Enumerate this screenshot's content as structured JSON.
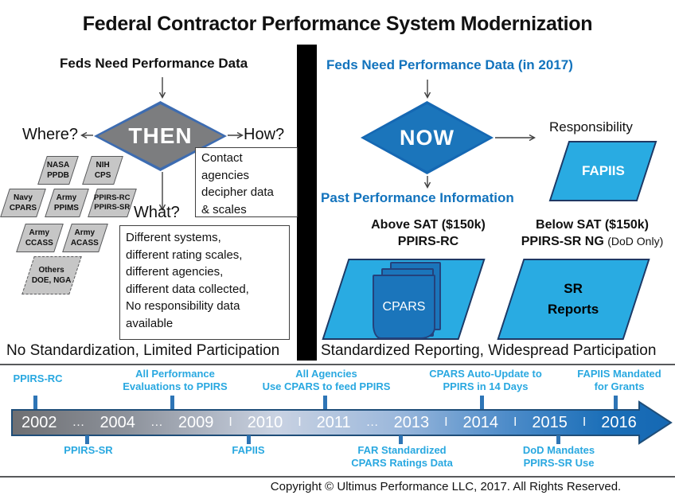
{
  "title": "Federal Contractor Performance System Modernization",
  "left": {
    "header": "Feds Need Performance Data",
    "diamond_label": "THEN",
    "where_label": "Where?",
    "how_label": "How?",
    "what_label": "What?",
    "contact_box_lines": [
      "Contact",
      "agencies",
      "decipher data",
      "& scales"
    ],
    "issues_box_lines": [
      "Different systems,",
      "different rating scales,",
      "different agencies,",
      "different data collected,",
      "No responsibility data",
      "available"
    ],
    "systems": [
      {
        "line1": "NASA",
        "line2": "PPDB"
      },
      {
        "line1": "NIH",
        "line2": "CPS"
      },
      {
        "line1": "Navy",
        "line2": "CPARS"
      },
      {
        "line1": "Army",
        "line2": "PPIMS"
      },
      {
        "line1": "PPIRS-RC",
        "line2": "PPIRS-SR"
      },
      {
        "line1": "Army",
        "line2": "CCASS"
      },
      {
        "line1": "Army",
        "line2": "ACASS"
      },
      {
        "line1": "Others",
        "line2": "DOE, NGA"
      }
    ],
    "footer": "No Standardization, Limited Participation"
  },
  "right": {
    "header": "Feds Need Performance Data (in 2017)",
    "diamond_label": "NOW",
    "responsibility_label": "Responsibility",
    "fapiis_label": "FAPIIS",
    "ppi_label": "Past Performance Information",
    "above_sat_line1": "Above SAT ($150k)",
    "above_sat_line2": "PPIRS-RC",
    "below_sat_line1": "Below SAT ($150k)",
    "below_sat_line2": "PPIRS-SR NG",
    "below_sat_note": "(DoD Only)",
    "cpars_label": "CPARS",
    "sr_line1": "SR",
    "sr_line2": "Reports",
    "footer": "Standardized Reporting, Widespread Participation"
  },
  "timeline": {
    "items": [
      "2002",
      "…",
      "2004",
      "…",
      "2009",
      "I",
      "2010",
      "I",
      "2011",
      "…",
      "2013",
      "I",
      "2014",
      "I",
      "2015",
      "I",
      "2016"
    ],
    "annotations_above": [
      "PPIRS-RC",
      "All Performance\nEvaluations to PPIRS",
      "All Agencies\nUse CPARS to feed PPIRS",
      "CPARS Auto-Update to\nPPIRS in 14 Days",
      "FAPIIS Mandated\nfor Grants"
    ],
    "annotations_below": [
      "PPIRS-SR",
      "FAPIIS",
      "FAR Standardized\nCPARS Ratings Data",
      "DoD Mandates\nPPIRS-SR Use"
    ]
  },
  "copyright": "Copyright © Ultimus Performance LLC, 2017. All Rights Reserved.",
  "colors": {
    "accent_blue": "#1B75BB",
    "light_blue": "#29ABE2",
    "annotation_blue": "#29A8E0",
    "navy_border": "#1F3864",
    "diamond_gray": "#7C7D7F",
    "shape_gray": "#C6C6C6",
    "timeline_gray": "#6E6F72"
  }
}
